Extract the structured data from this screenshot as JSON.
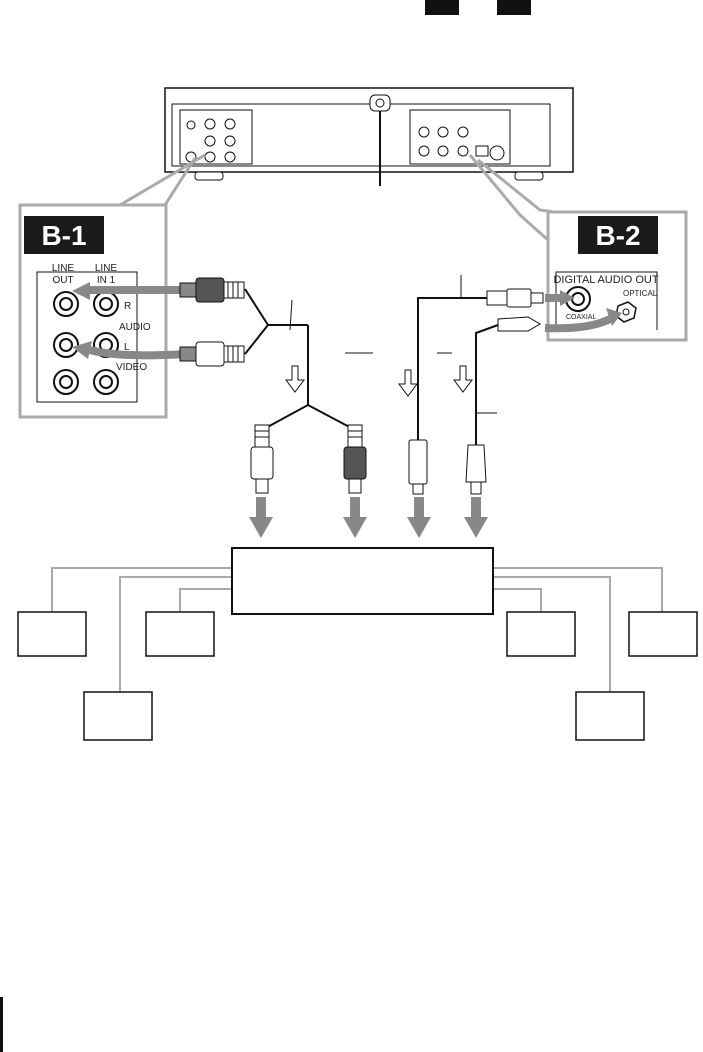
{
  "badges": {
    "b1": "B-1",
    "b2": "B-2"
  },
  "panel_b1": {
    "col_line_out": [
      "LINE",
      "OUT"
    ],
    "col_line_in": [
      "LINE",
      "IN 1"
    ],
    "r": "R",
    "audio": "AUDIO",
    "l": "L",
    "video": "VIDEO"
  },
  "panel_b2": {
    "title": "DIGITAL AUDIO OUT",
    "optical": "OPTICAL",
    "coaxial": "COAXIAL"
  },
  "colors": {
    "line": "#111111",
    "gray_cable": "#9a9a9a",
    "arrow_gray": "#888888",
    "badge_bg": "#1a1a1a",
    "outline_gray": "#aaaaaa"
  },
  "icons": [
    "rca-plug-icon",
    "optical-plug-icon",
    "down-arrow-icon",
    "hollow-arrow-icon"
  ]
}
